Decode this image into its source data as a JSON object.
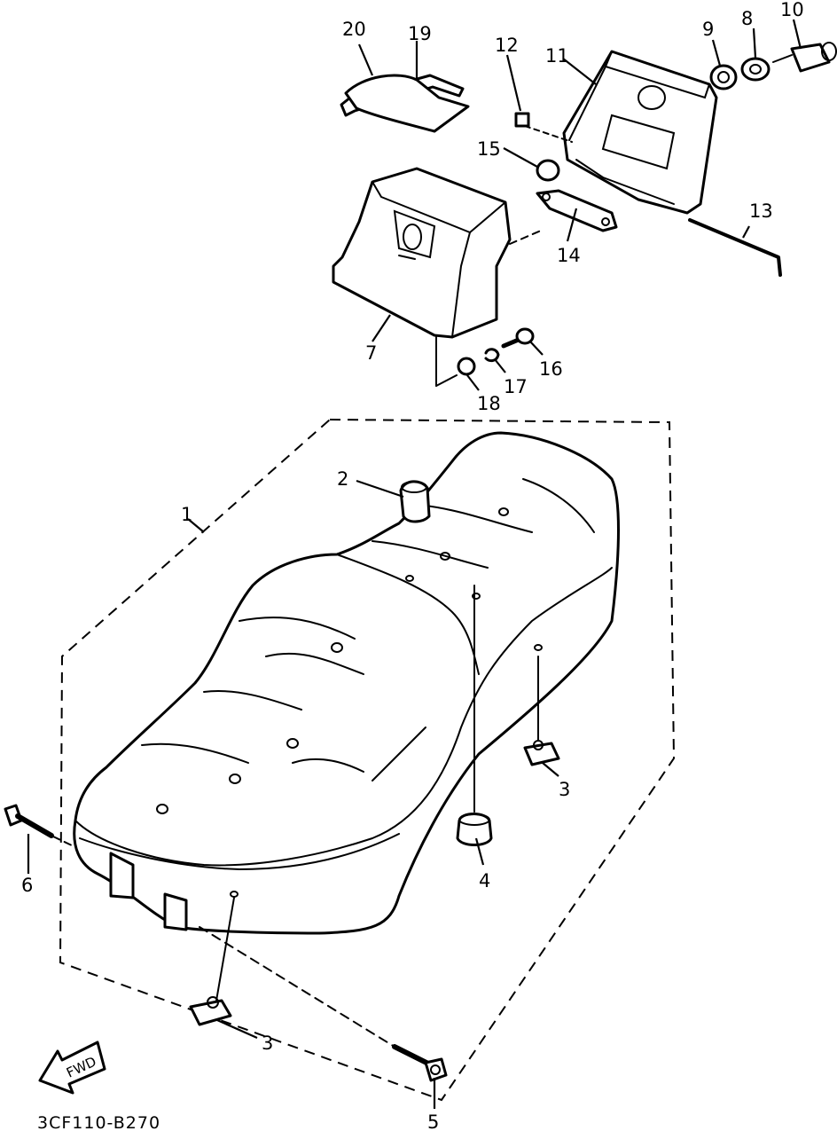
{
  "drawing_code": "3CF110-B270",
  "fwd_label": "FWD",
  "callouts": {
    "c1": "1",
    "c2": "2",
    "c3a": "3",
    "c3b": "3",
    "c4": "4",
    "c5": "5",
    "c6": "6",
    "c7": "7",
    "c8": "8",
    "c9": "9",
    "c10": "10",
    "c11": "11",
    "c12": "12",
    "c13": "13",
    "c14": "14",
    "c15": "15",
    "c16": "16",
    "c17": "17",
    "c18": "18",
    "c19": "19",
    "c20": "20"
  }
}
